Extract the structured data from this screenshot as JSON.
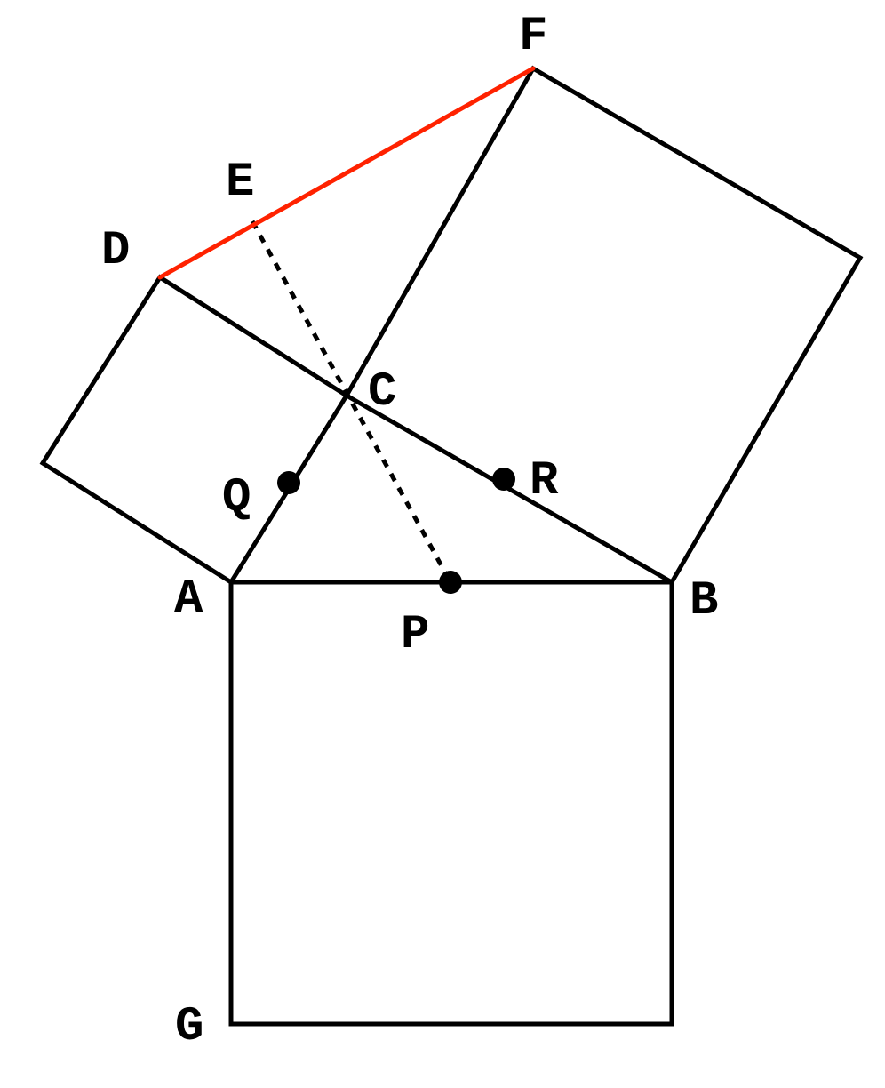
{
  "colors": {
    "lines": "#000000",
    "highlight": "#ff2200",
    "background": "#ffffff"
  },
  "labels": {
    "A": "A",
    "B": "B",
    "C": "C",
    "D": "D",
    "E": "E",
    "F": "F",
    "G": "G",
    "P": "P",
    "Q": "Q",
    "R": "R"
  }
}
